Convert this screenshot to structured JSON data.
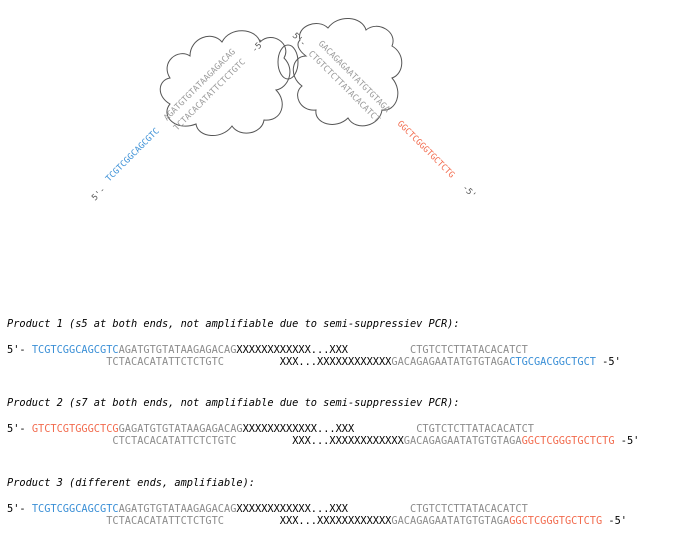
{
  "diagram": {
    "left_prime": "5'-",
    "left_adapter": "TCGTCGGCAGCGTC",
    "left_top": "AGATGTGTATAAGAGACAG",
    "left_bottom": "TCTACACATATTCTCTGTC",
    "left_end": "-5'",
    "right_start": "5'-",
    "right_top": "GACAGAGAATATGTGTAGA",
    "right_bottom": "CTGTCTCTTATACACATCT",
    "right_adapter": "GGCTCGGGTGCTCTG",
    "right_end": "-5'",
    "colors": {
      "blue": "#3a8fd6",
      "red": "#f26b4e",
      "gray": "#8c8c8c"
    }
  },
  "products": [
    {
      "title": "Product 1 (s5 at both ends, not amplifiable due to semi-suppressiev PCR):",
      "line1": {
        "prefix": "5'- ",
        "adapter": "TCGTCGGCAGCGTC",
        "me": "AGATGTGTATAAGAGACAG",
        "x": "XXXXXXXXXXXX...XXX",
        "gap": "          ",
        "rc": "CTGTCTCTTATACACATCT"
      },
      "line2": {
        "indent": "                ",
        "me": "TCTACACATATTCTCTGTC",
        "gap": "         ",
        "x": "XXX...XXXXXXXXXXXX",
        "rc": "GACAGAGAATATGTGTAGA",
        "adapter": "CTGCGACGGCTGCT",
        "suffix": " -5'"
      }
    },
    {
      "title": "Product 2 (s7 at both ends, not amplifiable due to semi-suppressiev PCR):",
      "line1": {
        "prefix": "5'- ",
        "adapter": "GTCTCGTGGGCTCG",
        "me": "GAGATGTGTATAAGAGACAG",
        "x": "XXXXXXXXXXXX...XXX",
        "gap": "          ",
        "rc": "CTGTCTCTTATACACATCT"
      },
      "line2": {
        "indent": "                 ",
        "me": "CTCTACACATATTCTCTGTC",
        "gap": "         ",
        "x": "XXX...XXXXXXXXXXXX",
        "rc": "GACAGAGAATATGTGTAGA",
        "adapter": "GGCTCGGGTGCTCTG",
        "suffix": " -5'"
      }
    },
    {
      "title": "Product 3 (different ends, amplifiable):",
      "line1": {
        "prefix": "5'- ",
        "adapter": "TCGTCGGCAGCGTC",
        "me": "AGATGTGTATAAGAGACAG",
        "x": "XXXXXXXXXXXX...XXX",
        "gap": "          ",
        "rc": "CTGTCTCTTATACACATCT"
      },
      "line2": {
        "indent": "                ",
        "me": "TCTACACATATTCTCTGTC",
        "gap": "         ",
        "x": "XXX...XXXXXXXXXXXX",
        "rc": "GACAGAGAATATGTGTAGA",
        "adapter": "GGCTCGGGTGCTCTG",
        "suffix": " -5'"
      }
    }
  ]
}
